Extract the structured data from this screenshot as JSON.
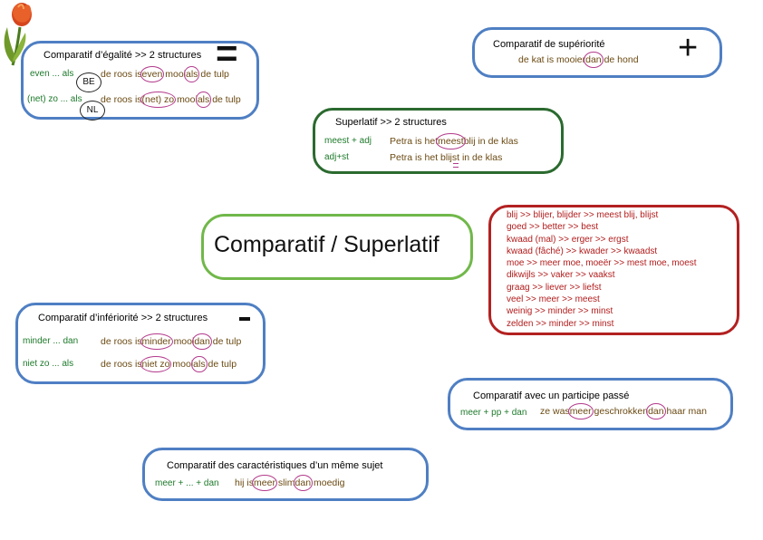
{
  "center": {
    "title": "Comparatif / Superlatif"
  },
  "egalite": {
    "title": "Comparatif d’égalité >> 2 structures",
    "symbol": "=",
    "row1": {
      "label": "even ... als",
      "badge": "BE",
      "pre": "de roos is",
      "w1": "even",
      "mid": "mooi",
      "w2": "als",
      "post": "de tulp"
    },
    "row2": {
      "label": "(net) zo ... als",
      "badge": "NL",
      "pre": "de roos is",
      "w1": "(net) zo",
      "mid": "mooi",
      "w2": "als",
      "post": "de tulp"
    }
  },
  "superiorite": {
    "title": "Comparatif de supériorité",
    "symbol": "+",
    "row": {
      "pre": "de kat is mooier",
      "w1": "dan",
      "post": "de hond"
    }
  },
  "superlatif": {
    "title": "Superlatif >> 2 structures",
    "row1": {
      "label": "meest + adj",
      "pre": "Petra is het",
      "w1": "meest",
      "post": "blij in de klas"
    },
    "row2": {
      "label": "adj+st",
      "pre": "Petra is het blij",
      "w1": "st",
      "post": "in de klas"
    }
  },
  "irregular": {
    "items": [
      "blij >> blijer, blijder >> meest blij, blijst",
      "goed >> better >> best",
      "kwaad (mal) >> erger >> ergst",
      "kwaad (fâché) >> kwader >> kwaadst",
      "moe >> meer moe, moeër >> mest moe, moest",
      "dikwijls >> vaker >> vaakst",
      "graag >> liever >> liefst",
      "veel >> meer >> meest",
      "weinig >> minder >> minst",
      "zelden >> minder >> minst"
    ]
  },
  "inferiorite": {
    "title": "Comparatif d’infériorité >> 2 structures",
    "symbol": "-",
    "row1": {
      "label": "minder ... dan",
      "pre": "de roos is",
      "w1": "minder",
      "mid": "mooi",
      "w2": "dan",
      "post": "de tulp"
    },
    "row2": {
      "label": "niet zo ... als",
      "pre": "de roos is",
      "w1": "niet zo",
      "mid": "mooi",
      "w2": "als",
      "post": "de tulp"
    }
  },
  "participe": {
    "title": "Comparatif avec un participe passé",
    "row": {
      "label": "meer + pp + dan",
      "pre": "ze was",
      "w1": "meer",
      "mid": "geschrokken",
      "w2": "dan",
      "post": "haar man"
    }
  },
  "caracteristiques": {
    "title": "Comparatif des caractéristiques d’un même sujet",
    "row": {
      "label": "meer + ... + dan",
      "pre": "hij is",
      "w1": "meer",
      "mid": "slim",
      "w2": "dan",
      "post": "moedig"
    }
  },
  "colors": {
    "blue": "#4f7fc3",
    "darkgreen": "#2b6a2f",
    "lime": "#71b84a",
    "red": "#b32121",
    "label_green": "#1e7a2b",
    "text_brown": "#6b4a12",
    "highlight": "#b33b8c"
  },
  "icons": {
    "decoration": "tulip-icon"
  }
}
